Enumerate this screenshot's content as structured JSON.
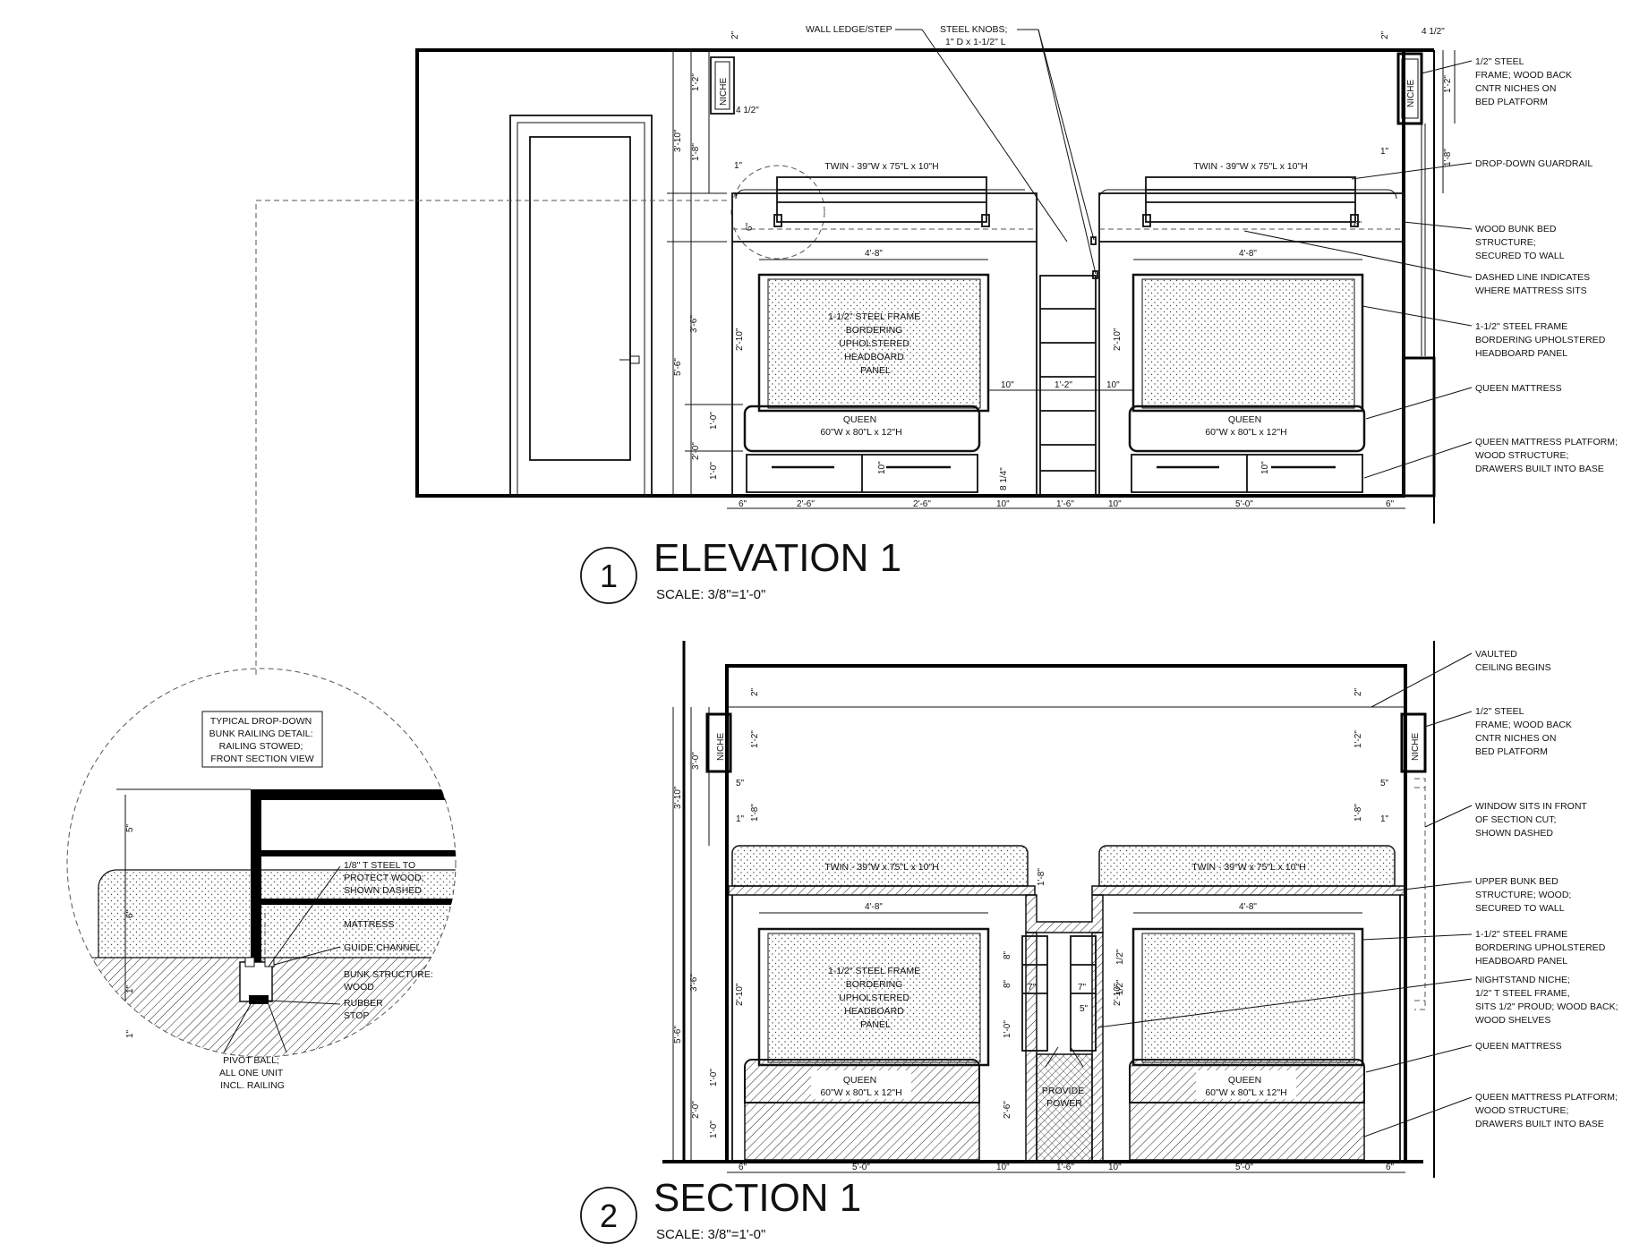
{
  "elevation": {
    "number": "1",
    "title": "ELEVATION 1",
    "scale": "SCALE: 3/8\"=1'-0\"",
    "labels": {
      "niche": "NICHE",
      "twin_left": "TWIN - 39\"W x 75\"L x 10\"H",
      "twin_right": "TWIN - 39\"W x 75\"L x 10\"H",
      "frame_text": [
        "1-1/2\" STEEL FRAME",
        "BORDERING",
        "UPHOLSTERED",
        "HEADBOARD",
        "PANEL"
      ],
      "queen_left": [
        "QUEEN",
        "60\"W x 80\"L x 12\"H"
      ],
      "queen_right": [
        "QUEEN",
        "60\"W x 80\"L x 12\"H"
      ]
    },
    "callouts_top": [
      {
        "text": [
          "WALL LEDGE/STEP"
        ]
      },
      {
        "text": [
          "STEEL KNOBS;",
          "1\" D x 1-1/2\" L"
        ]
      }
    ],
    "callouts_right": [
      {
        "text": [
          "1/2\" STEEL",
          "FRAME; WOOD BACK",
          "CNTR NICHES ON",
          "BED PLATFORM"
        ]
      },
      {
        "text": [
          "DROP-DOWN GUARDRAIL"
        ]
      },
      {
        "text": [
          "WOOD BUNK BED",
          "STRUCTURE;",
          "SECURED TO WALL"
        ]
      },
      {
        "text": [
          "DASHED LINE INDICATES",
          "WHERE MATTRESS SITS"
        ]
      },
      {
        "text": [
          "1-1/2\" STEEL FRAME",
          "BORDERING UPHOLSTERED",
          "HEADBOARD PANEL"
        ]
      },
      {
        "text": [
          "QUEEN MATTRESS"
        ]
      },
      {
        "text": [
          "QUEEN MATTRESS PLATFORM;",
          "WOOD STRUCTURE;",
          "DRAWERS BUILT INTO BASE"
        ]
      }
    ],
    "dims": {
      "top_2": "2\"",
      "niche_h": "1'-2\"",
      "niche_w": "4 1/2\"",
      "upper_1_8": "1'-8\"",
      "upper_3_10": "3'-10\"",
      "one_in": "1\"",
      "six_in": "6\"",
      "hb_w": "4'-8\"",
      "hb_h": "2'-10\"",
      "h_3_6": "3'-6\"",
      "h_5_6": "5'-6\"",
      "h_1_0a": "1'-0\"",
      "h_1_0b": "1'-0\"",
      "h_2_0": "2'-0\"",
      "ten_v": "10\"",
      "step_10": "10\"",
      "step_1_2": "1'-2\"",
      "step_8": "8 1/4\"",
      "bottom": [
        "6\"",
        "2'-6\"",
        "2'-6\"",
        "10\"",
        "1'-6\"",
        "10\"",
        "5'-0\"",
        "6\""
      ],
      "right_2": "2\"",
      "right_4": "4 1/2\"",
      "right_1_2": "1'-2\"",
      "right_1_8": "1'-8\"",
      "right_1in": "1\"",
      "right_6": "6\""
    }
  },
  "section": {
    "number": "2",
    "title": "SECTION 1",
    "scale": "SCALE: 3/8\"=1'-0\"",
    "labels": {
      "niche": "NICHE",
      "twin_left": "TWIN - 39\"W x 75\"L x 10\"H",
      "twin_right": "TWIN - 39\"W x 75\"L x 10\"H",
      "frame_text": [
        "1-1/2\" STEEL FRAME",
        "BORDERING",
        "UPHOLSTERED",
        "HEADBOARD",
        "PANEL"
      ],
      "queen_left": [
        "QUEEN",
        "60\"W x 80\"L x 12\"H"
      ],
      "queen_right": [
        "QUEEN",
        "60\"W x 80\"L x 12\"H"
      ],
      "power": [
        "PROVIDE",
        "POWER"
      ]
    },
    "callouts_right": [
      {
        "text": [
          "VAULTED",
          "CEILING BEGINS"
        ]
      },
      {
        "text": [
          "1/2\" STEEL",
          "FRAME; WOOD BACK",
          "CNTR NICHES ON",
          "BED PLATFORM"
        ]
      },
      {
        "text": [
          "WINDOW SITS IN FRONT",
          "OF SECTION CUT;",
          "SHOWN DASHED"
        ]
      },
      {
        "text": [
          "UPPER BUNK BED",
          "STRUCTURE; WOOD;",
          "SECURED TO WALL"
        ]
      },
      {
        "text": [
          "1-1/2\" STEEL FRAME",
          "BORDERING UPHOLSTERED",
          "HEADBOARD PANEL"
        ]
      },
      {
        "text": [
          "NIGHTSTAND NICHE;",
          "1/2\" T STEEL FRAME,",
          "SITS 1/2\" PROUD; WOOD BACK;",
          "WOOD SHELVES"
        ]
      },
      {
        "text": [
          "QUEEN MATTRESS"
        ]
      },
      {
        "text": [
          "QUEEN MATTRESS PLATFORM;",
          "WOOD STRUCTURE;",
          "DRAWERS BUILT INTO BASE"
        ]
      }
    ],
    "dims": {
      "top_2": "2\"",
      "niche_1_2": "1'-2\"",
      "niche_3_0": "3'-0\"",
      "five_in": "5\"",
      "upper_1_8": "1'-8\"",
      "one_in": "1\"",
      "h_3_10": "3'-10\"",
      "center_1_8": "1'-8\"",
      "hb_w": "4'-8\"",
      "hb_h": "2'-10\"",
      "h_3_6": "3'-6\"",
      "h_5_6": "5'-6\"",
      "ns_8a": "8\"",
      "ns_8b": "8\"",
      "ns_7a": "7\"",
      "ns_7b": "7\"",
      "ns_1_0": "1'-0\"",
      "ns_half_a": "1/2\"",
      "ns_half_b": "1/2\"",
      "ns_5": "5\"",
      "h_1_0a": "1'-0\"",
      "h_1_0b": "1'-0\"",
      "h_2_0": "2'-0\"",
      "h_2_6": "2'-6\"",
      "bottom": [
        "6\"",
        "5'-0\"",
        "10\"",
        "1'-6\"",
        "10\"",
        "5'-0\"",
        "6\""
      ],
      "right_2": "2\"",
      "right_1_2": "1'-2\"",
      "right_5": "5\"",
      "right_1_8": "1'-8\"",
      "right_1in": "1\""
    }
  },
  "detail": {
    "title": [
      "TYPICAL DROP-DOWN",
      "BUNK RAILING DETAIL:",
      "RAILING STOWED;",
      "FRONT SECTION VIEW"
    ],
    "notes": {
      "steel": [
        "1/8\" T STEEL TO",
        "PROTECT WOOD;",
        "SHOWN DASHED"
      ],
      "mattress": "MATTRESS",
      "guide": "GUIDE CHANNEL",
      "bunk": [
        "BUNK STRUCTURE:",
        "WOOD"
      ],
      "rubber": [
        "RUBBER",
        "STOP"
      ],
      "pivot": [
        "PIVOT BALL;",
        "ALL ONE UNIT",
        "INCL. RAILING"
      ]
    },
    "dims": {
      "d5": "5\"",
      "d6": "6\"",
      "d1": "1\"",
      "d2": "1\""
    }
  }
}
